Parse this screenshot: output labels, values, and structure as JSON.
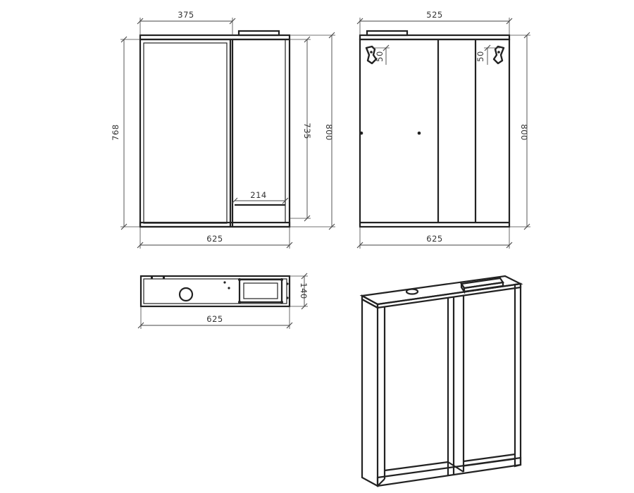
{
  "front_view": {
    "dim_top_width": "375",
    "dim_left_height": "768",
    "dim_inner_height": "735",
    "dim_total_height": "800",
    "dim_shelf_width": "214",
    "dim_bottom_width": "625"
  },
  "back_view": {
    "dim_top_width": "525",
    "dim_hinge_left": "50",
    "dim_hinge_right": "50",
    "dim_height": "800",
    "dim_bottom_width": "625"
  },
  "top_view": {
    "dim_depth": "140",
    "dim_width": "625"
  },
  "colors": {
    "line": "#222222",
    "dimension": "#444444",
    "background": "#ffffff"
  }
}
